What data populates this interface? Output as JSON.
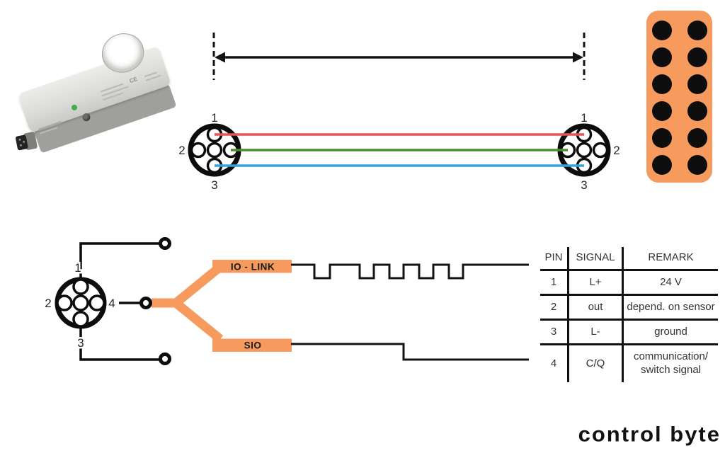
{
  "colors": {
    "orange": "#f79a5e",
    "wire_red": "#e4555a",
    "wire_green": "#4a8f2c",
    "wire_blue": "#35a3d9",
    "line": "#141414"
  },
  "sensor": {
    "ce_mark": "CE"
  },
  "cable": {
    "left": [
      "1",
      "2",
      "3"
    ],
    "right": [
      "1",
      "2",
      "3"
    ]
  },
  "plug": [
    "1",
    "2",
    "3",
    "4"
  ],
  "branches": {
    "io_link": "IO - LINK",
    "sio": "SIO"
  },
  "table": {
    "headers": [
      "PIN",
      "SIGNAL",
      "REMARK"
    ],
    "rows": [
      {
        "pin": "1",
        "signal": "L+",
        "remark": "24 V"
      },
      {
        "pin": "2",
        "signal": "out",
        "remark": "depend. on sensor"
      },
      {
        "pin": "3",
        "signal": "L-",
        "remark": "ground"
      },
      {
        "pin": "4",
        "signal": "C/Q",
        "remark": "communication/\nswitch signal"
      }
    ]
  },
  "logo": {
    "text": "control byte"
  }
}
